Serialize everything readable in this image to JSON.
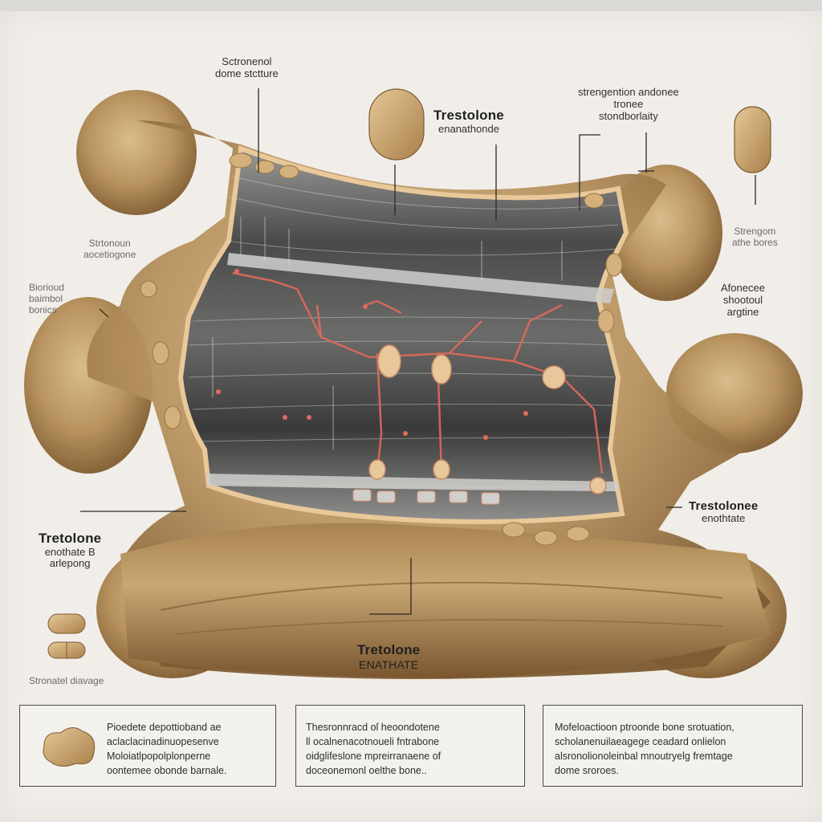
{
  "labels": {
    "top_center": [
      "Sctronenol",
      "dome stctture"
    ],
    "title_center": [
      "Trestolone",
      "enanathonde"
    ],
    "top_right": [
      "strengention andonee",
      "tronee",
      "stondborlaity"
    ],
    "left_mid": [
      "Strtonoun",
      "aocetiogone"
    ],
    "left_upper": [
      "Biorioud",
      "baimbol",
      "bonics"
    ],
    "right_mid_small": [
      "Strengom",
      "athe bores"
    ],
    "right_mid": [
      "Afonecee",
      "shootoul",
      "argtine"
    ],
    "left_lower": [
      "Tretolone",
      "enothate",
      "arlepong"
    ],
    "left_lower_suffix": "B",
    "right_lower": [
      "Trestolonee",
      "enothtate"
    ],
    "bottom_center": [
      "Tretolone",
      "ENATHATE"
    ],
    "left_bottom_caption": "Stronatel diavage"
  },
  "boxes": [
    {
      "lines": [
        "Pioedete depottioband ae",
        "aclaclacinadinuopesenve",
        "Moloiatlpopolplonperne",
        "oontemee obonde barnale."
      ]
    },
    {
      "lines": [
        "Thesronnracd oſ heoondotene",
        "ll ocalnenacotnoueli fntrabone",
        "oidglifeslone mpreirranaene of",
        "doceonemonl oelthe bone.."
      ]
    },
    {
      "lines": [
        "Mofeloactioon ptroonde bone srotuation,",
        "scholanenuilaeagege ceadard onlielon",
        "alsronolionoleinbal mnoutryelg fremtage",
        "dome sroroes."
      ]
    }
  ],
  "colors": {
    "paper": "#f1eee9",
    "bone": "#b8935f",
    "bone_dark": "#7d5a32",
    "tissue": "#3d3d3d",
    "vessel": "#e06a5a",
    "frame": "#4a4a4a"
  },
  "icons": [
    "capsule-icon",
    "pill-icon",
    "split-pill-icon",
    "bone-fragment-icon"
  ]
}
